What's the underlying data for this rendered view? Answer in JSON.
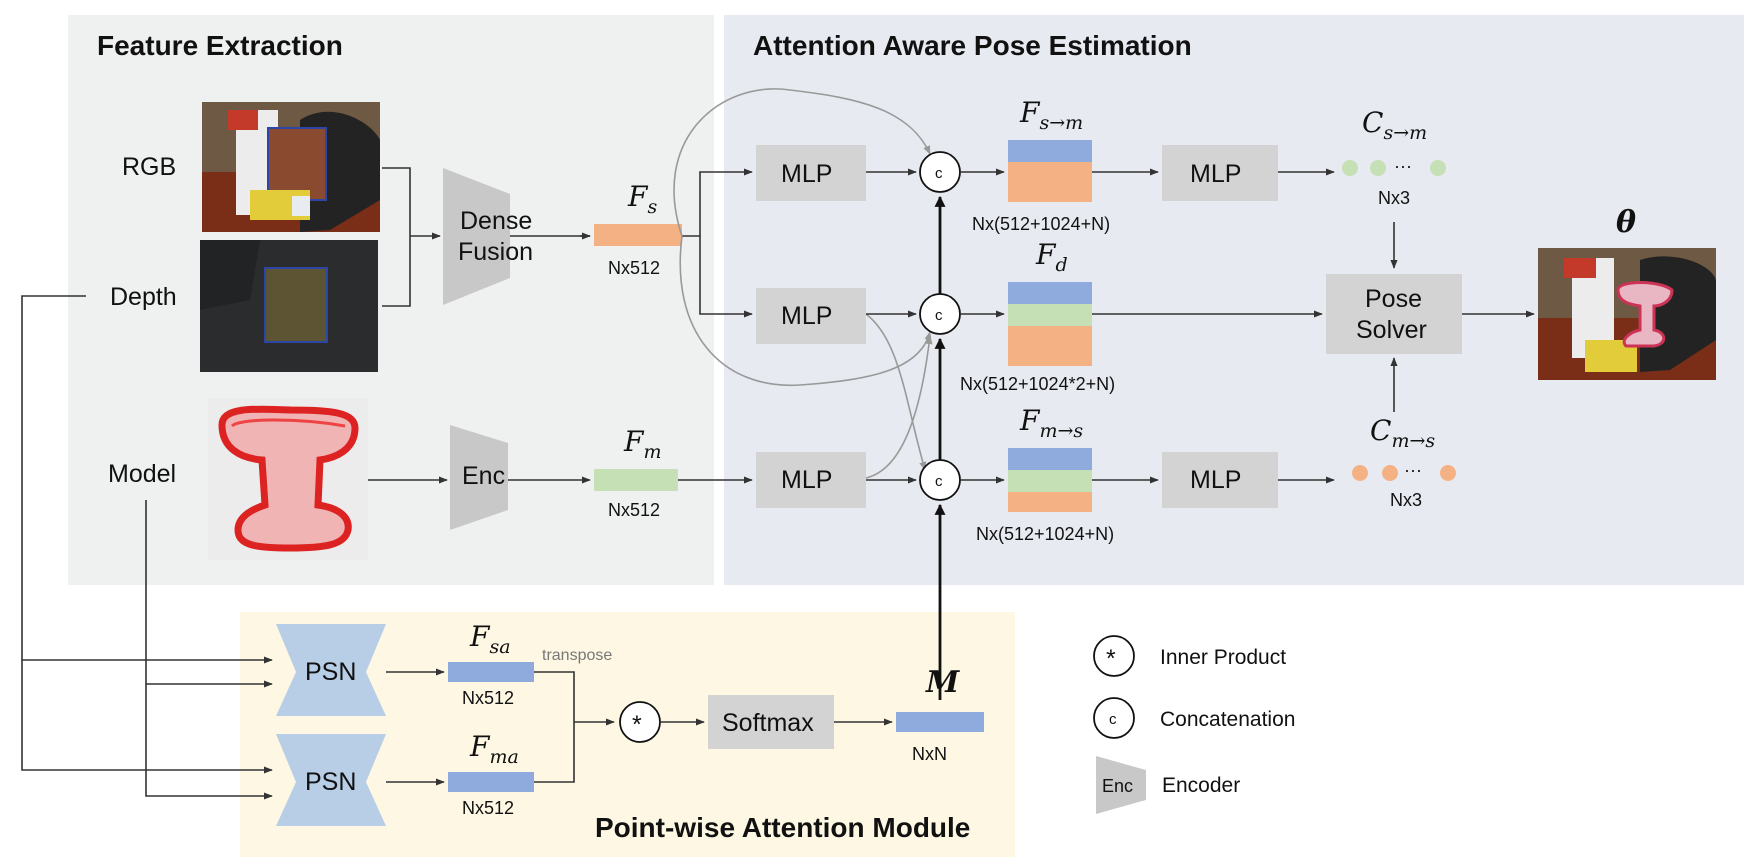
{
  "sections": {
    "feature_extraction": "Feature Extraction",
    "attention_pose": "Attention Aware Pose Estimation",
    "pointwise_attention": "Point-wise Attention Module"
  },
  "inputs": {
    "rgb": "RGB",
    "depth": "Depth",
    "model": "Model"
  },
  "blocks": {
    "dense_fusion_1": "Dense",
    "dense_fusion_2": "Fusion",
    "enc": "Enc",
    "mlp": "MLP",
    "pose_solver_1": "Pose",
    "pose_solver_2": "Solver",
    "psn": "PSN",
    "softmax": "Softmax"
  },
  "symbols": {
    "F": "F",
    "C": "C",
    "theta": "θ",
    "M": "M",
    "sub_s": "s",
    "sub_m": "m",
    "sub_d": "d",
    "sub_s_to_m": "s→m",
    "sub_m_to_s": "m→s",
    "sub_sa": "sa",
    "sub_ma": "ma"
  },
  "dims": {
    "n512": "Nx512",
    "nx3": "Nx3",
    "nxn": "NxN",
    "f_sm": "Nx(512+1024+N)",
    "f_d": "Nx(512+1024*2+N)",
    "f_ms": "Nx(512+1024+N)"
  },
  "ops": {
    "concat": "c",
    "inner": "*",
    "transpose": "transpose",
    "dots": "···"
  },
  "legend": {
    "inner_product": "Inner Product",
    "concatenation": "Concatenation",
    "encoder": "Encoder",
    "enc_symbol": "Enc"
  },
  "colors": {
    "panel_gray": "#eff0f0",
    "panel_blue": "#e7ebf1",
    "panel_yellow": "#fdf7e3",
    "block_gray": "#d3d3d3",
    "psn_blue": "#b8cde6",
    "feat_orange": "#f4b183",
    "feat_green": "#c5e0b4",
    "feat_blue": "#8faadc"
  }
}
